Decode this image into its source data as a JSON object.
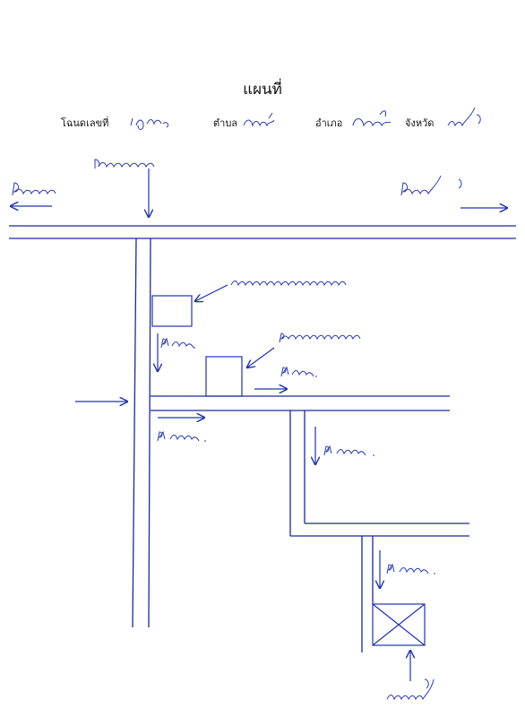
{
  "header": {
    "title": "แผนที่",
    "deed_label": "โฉนดเลขที่",
    "subdistrict_label": "ตำบล",
    "district_label": "อำเภอ",
    "province_label": "จังหวัด"
  },
  "colors": {
    "ink": "#2233aa",
    "printed_text": "#111111",
    "paper": "#ffffff"
  }
}
